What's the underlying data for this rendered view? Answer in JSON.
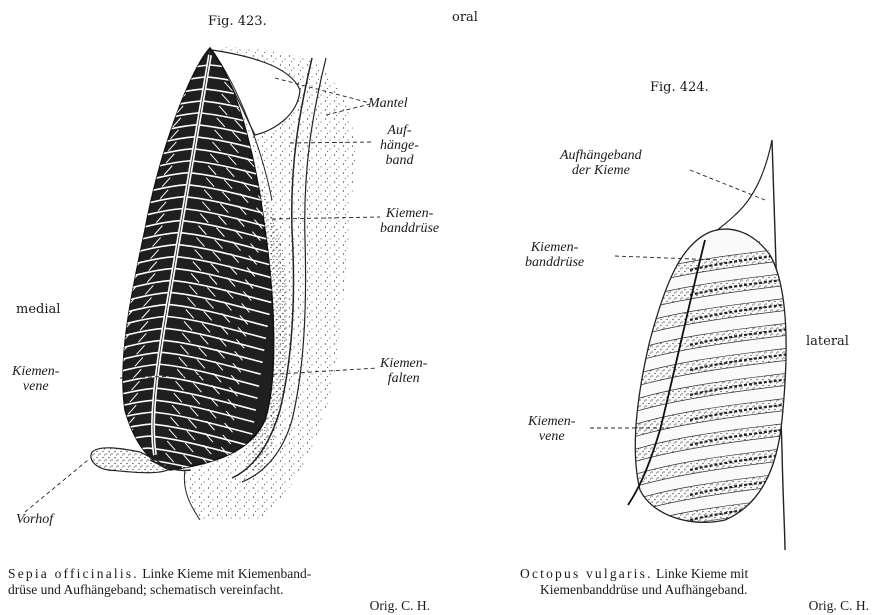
{
  "fig423": {
    "number": "Fig. 423.",
    "orientation_oral": "oral",
    "orientation_medial": "medial",
    "labels": {
      "mantel": "Mantel",
      "aufhaengeband": "Auf-\nhänge-\nband",
      "kiemenbanddruese": "Kiemen-\nbanddrüse",
      "kiemenfalten": "Kiemen-\nfalten",
      "kiemenvene": "Kiemen-\nvene",
      "vorhof": "Vorhof"
    },
    "caption": {
      "species": "Sepia officinalis.",
      "line1_rest": " Linke Kieme mit Kiemenband-",
      "line2": "drüse und Aufhängeband; schematisch vereinfacht.",
      "line3": "Orig. C. H."
    }
  },
  "fig424": {
    "number": "Fig. 424.",
    "orientation_lateral": "lateral",
    "labels": {
      "aufhaengeband": "Aufhängeband\nder Kieme",
      "kiemenbanddruese": "Kiemen-\nbanddrüse",
      "kiemenvene": "Kiemen-\nvene"
    },
    "caption": {
      "species": "Octopus vulgaris.",
      "line1_rest": " Linke Kieme mit",
      "line2": "Kiemenbanddrüse und Aufhängeband.",
      "line3": "Orig. C. H."
    }
  }
}
